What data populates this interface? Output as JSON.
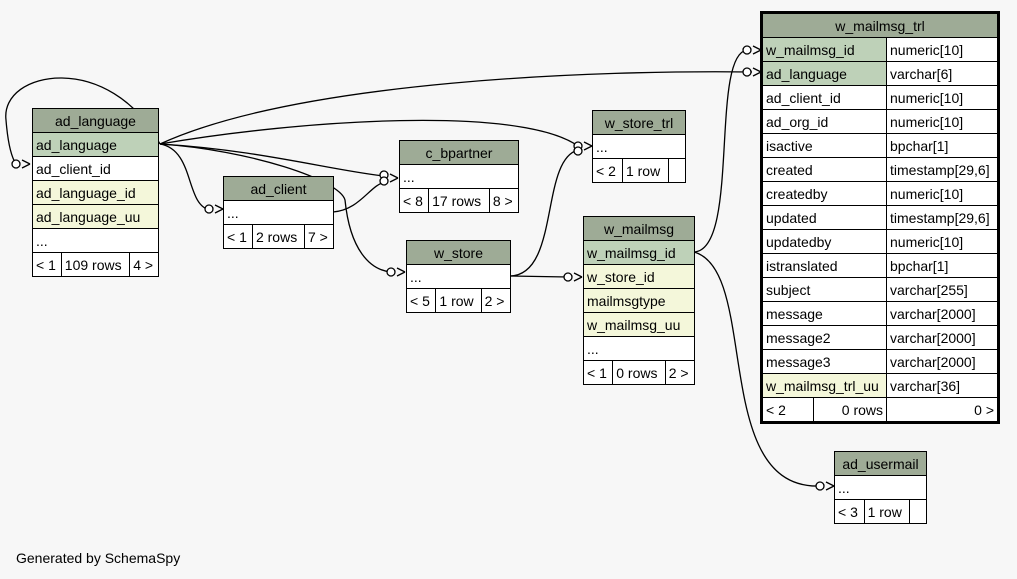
{
  "footer": "Generated by SchemaSpy",
  "tables": {
    "ad_language": {
      "name": "ad_language",
      "rows": [
        "ad_language",
        "ad_client_id",
        "ad_language_id",
        "ad_language_uu",
        "..."
      ],
      "footer": [
        "< 1",
        "109 rows",
        "4 >"
      ]
    },
    "ad_client": {
      "name": "ad_client",
      "rows": [
        "..."
      ],
      "footer": [
        "< 1",
        "2 rows",
        "7 >"
      ]
    },
    "c_bpartner": {
      "name": "c_bpartner",
      "rows": [
        "..."
      ],
      "footer": [
        "< 8",
        "17 rows",
        "8 >"
      ]
    },
    "w_store_trl": {
      "name": "w_store_trl",
      "rows": [
        "..."
      ],
      "footer": [
        "< 2",
        "1 row",
        ""
      ]
    },
    "w_store": {
      "name": "w_store",
      "rows": [
        "..."
      ],
      "footer": [
        "< 5",
        "1 row",
        "2 >"
      ]
    },
    "w_mailmsg": {
      "name": "w_mailmsg",
      "rows": [
        "w_mailmsg_id",
        "w_store_id",
        "mailmsgtype",
        "w_mailmsg_uu",
        "..."
      ],
      "footer": [
        "< 1",
        "0 rows",
        "2 >"
      ]
    },
    "ad_usermail": {
      "name": "ad_usermail",
      "rows": [
        "..."
      ],
      "footer": [
        "< 3",
        "1 row",
        ""
      ]
    },
    "w_mailmsg_trl": {
      "name": "w_mailmsg_trl",
      "columns": [
        {
          "name": "w_mailmsg_id",
          "type": "numeric[10]"
        },
        {
          "name": "ad_language",
          "type": "varchar[6]"
        },
        {
          "name": "ad_client_id",
          "type": "numeric[10]"
        },
        {
          "name": "ad_org_id",
          "type": "numeric[10]"
        },
        {
          "name": "isactive",
          "type": "bpchar[1]"
        },
        {
          "name": "created",
          "type": "timestamp[29,6]"
        },
        {
          "name": "createdby",
          "type": "numeric[10]"
        },
        {
          "name": "updated",
          "type": "timestamp[29,6]"
        },
        {
          "name": "updatedby",
          "type": "numeric[10]"
        },
        {
          "name": "istranslated",
          "type": "bpchar[1]"
        },
        {
          "name": "subject",
          "type": "varchar[255]"
        },
        {
          "name": "message",
          "type": "varchar[2000]"
        },
        {
          "name": "message2",
          "type": "varchar[2000]"
        },
        {
          "name": "message3",
          "type": "varchar[2000]"
        },
        {
          "name": "w_mailmsg_trl_uu",
          "type": "varchar[36]"
        }
      ],
      "footer": [
        "< 2",
        "0 rows",
        "0 >"
      ]
    }
  }
}
